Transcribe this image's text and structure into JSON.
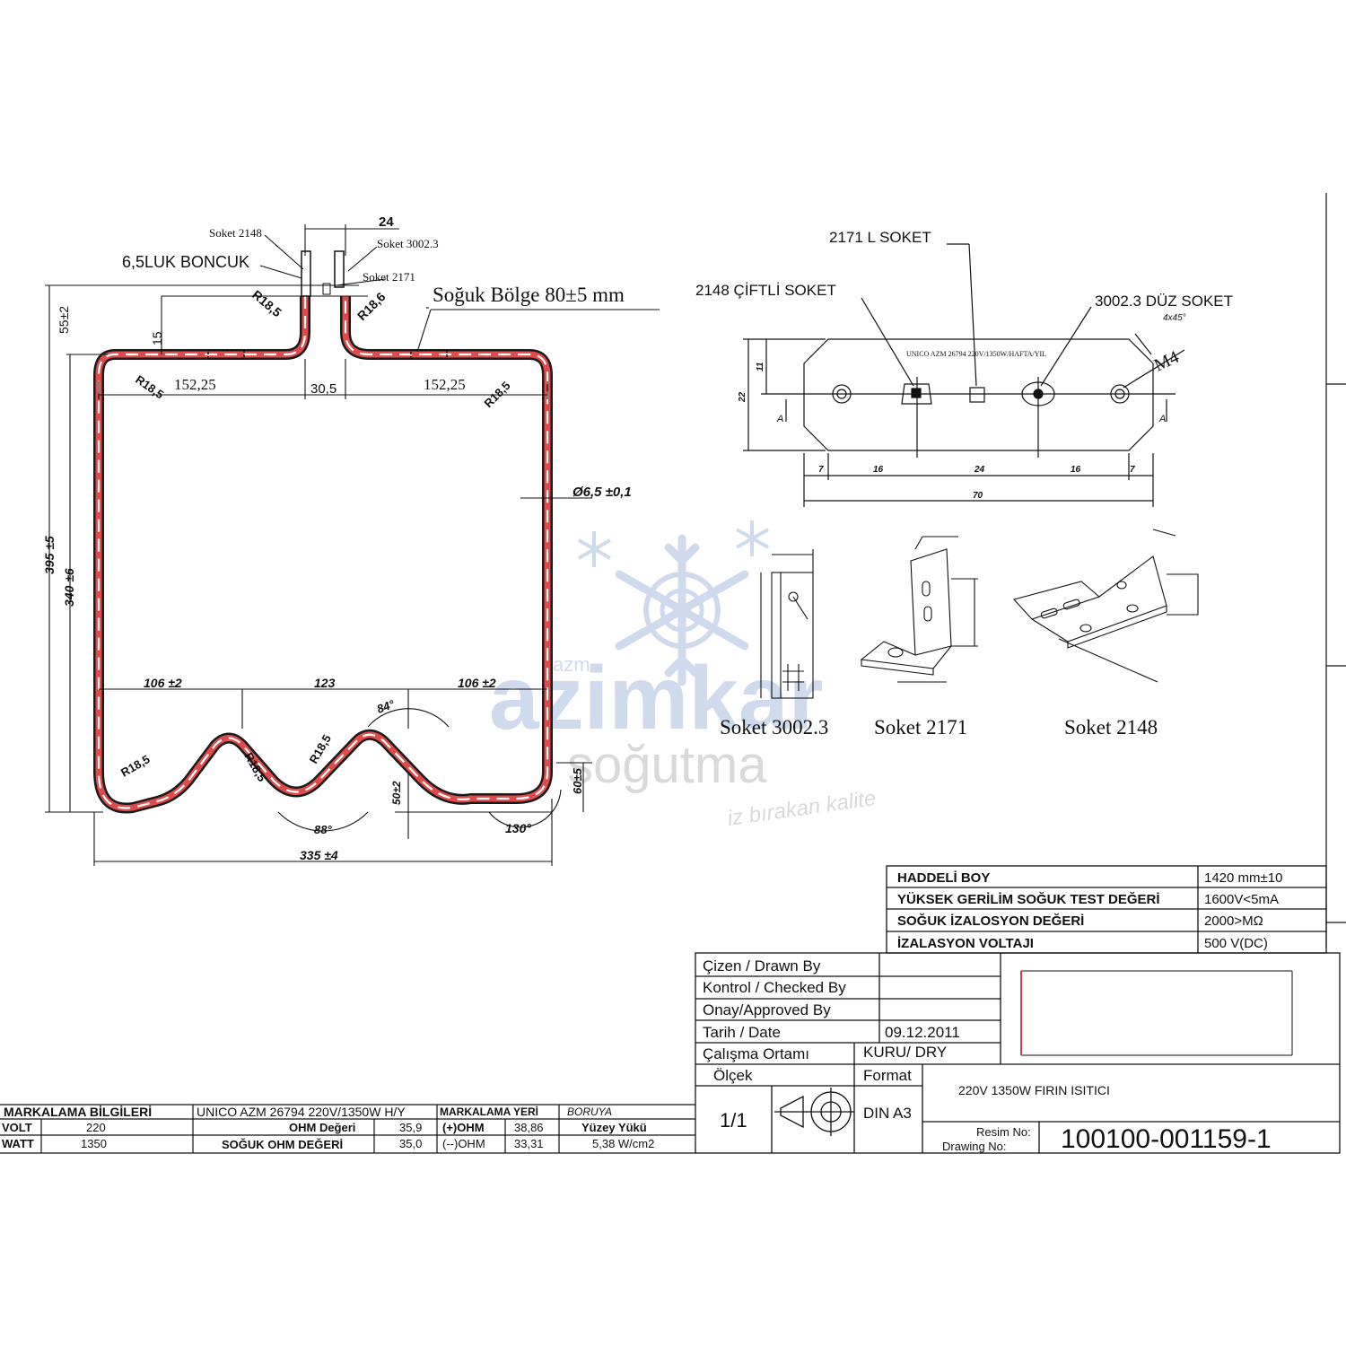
{
  "heater": {
    "labels": {
      "soket_2148": "Soket 2148",
      "soket_3002": "Soket 3002.3",
      "soket_2171": "Soket 2171",
      "boncuk": "6,5LUK BONCUK",
      "soguk_bolge": "Soğuk Bölge 80±5 mm"
    },
    "dims": {
      "d24": "24",
      "d55": "55±2",
      "d15": "15",
      "r186_a": "R18,5",
      "r186_b": "R18,6",
      "w15225_l": "152,25",
      "w305": "30,5",
      "w15225_r": "152,25",
      "r185_l": "R18,5",
      "r185_r": "R18,5",
      "dia": "Ø6,5 ±0,1",
      "h395": "395 ±5",
      "h340": "340 ±6",
      "w106_l": "106 ±2",
      "w123": "123",
      "w106_r": "106 ±2",
      "a84": "84°",
      "r185_w1": "R18,5",
      "r185_w2": "R18,5",
      "r185_w3": "R18,5",
      "h50": "50±2",
      "h60": "60±5",
      "a88": "88°",
      "a130": "130°",
      "w335": "335 ±4"
    }
  },
  "plate": {
    "labels": {
      "l_soket": "2171 L SOKET",
      "ciftli": "2148 ÇİFTLİ SOKET",
      "duz": "3002.3 DÜZ SOKET",
      "chamfer": "4x45°",
      "m4": "M4",
      "marking": "UNICO AZM 26794   220V/1350W/HAFTA/YIL",
      "section": "A"
    },
    "dims": {
      "h11": "11",
      "h22": "22",
      "s7a": "7",
      "s16a": "16",
      "s24": "24",
      "s16b": "16",
      "s7b": "7",
      "total": "70"
    }
  },
  "sockets": {
    "s3002": "Soket 3002.3",
    "s2171": "Soket 2171",
    "s2148": "Soket 2148"
  },
  "watermark": {
    "small": "azm",
    "brand": "azimkar",
    "sub": "soğutma",
    "slogan": "iz bırakan kalite"
  },
  "specs": [
    {
      "label": "HADDELİ BOY",
      "value": "1420 mm±10"
    },
    {
      "label": "YÜKSEK GERİLİM SOĞUK TEST DEĞERİ",
      "value": "1600V<5mA"
    },
    {
      "label": "SOĞUK İZALOSYON DEĞERİ",
      "value": "2000>MΩ"
    },
    {
      "label": "İZALASYON VOLTAJI",
      "value": "500 V(DC)"
    }
  ],
  "titleblock": {
    "drawn": "Çizen / Drawn By",
    "checked": "Kontrol / Checked By",
    "approved": "Onay/Approved By",
    "date_label": "Tarih / Date",
    "date": "09.12.2011",
    "env_label": "Çalışma Ortamı",
    "env": "KURU/ DRY",
    "scale_label": "Ölçek",
    "scale": "1/1",
    "format_label": "Format",
    "format": "DIN A3",
    "title": "220V 1350W FIRIN ISITICI",
    "drawing_no_label1": "Resim No:",
    "drawing_no_label2": "Drawing  No:",
    "drawing_no": "100100-001159-1"
  },
  "marking": {
    "h1": "MARKALAMA BİLGİLERİ",
    "h2": "UNICO AZM 26794  220V/1350W H/Y",
    "h3": "MARKALAMA YERİ",
    "h4": "BORUYA",
    "volt_l": "VOLT",
    "volt_v": "220",
    "ohm_l": "OHM Değeri",
    "ohm_v": "35,9",
    "pohm_l": "(+)OHM",
    "pohm_v": "38,86",
    "yuzey_l": "Yüzey Yükü",
    "watt_l": "WATT",
    "watt_v": "1350",
    "sohm_l": "SOĞUK OHM DEĞERİ",
    "sohm_v": "35,0",
    "mohm_l": "(--)OHM",
    "mohm_v": "33,31",
    "yuzey_v": "5,38 W/cm2"
  }
}
